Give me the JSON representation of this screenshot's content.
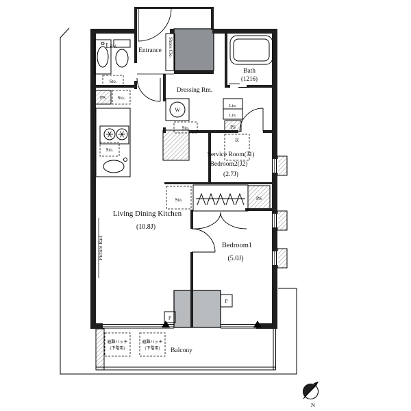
{
  "rooms": {
    "lav": "Lav.",
    "entrance": "Entrance",
    "shoes_closet": "Shoes Clo.",
    "bath": "Bath",
    "bath_size": "(1216)",
    "dressing_room": "Dressing Rm.",
    "service_room": "Service Room(J1)",
    "bedroom2": "Bedroom2(J2)",
    "service_room_size": "(2.7J)",
    "living_dining_kitchen": "Living Dining Kitchen",
    "ldk_size": "(10.8J)",
    "bedroom1": "Bedroom1",
    "bedroom1_size": "(5.0J)",
    "balcony": "Balcony"
  },
  "labels": {
    "storage": "Sto.",
    "pipe_space": "PS",
    "washer": "W",
    "refrigerator": "R",
    "linen": "Lin.",
    "pipe": "P",
    "picture_rail": "Picture Rail",
    "evac_hatch_1": "避難ハッチ",
    "evac_hatch_2": "(下階用)",
    "north": "N"
  },
  "colors": {
    "wall": "#1f1f1f",
    "shaft": "#8e9296",
    "block": "#b7bbbe",
    "line": "#000000"
  }
}
